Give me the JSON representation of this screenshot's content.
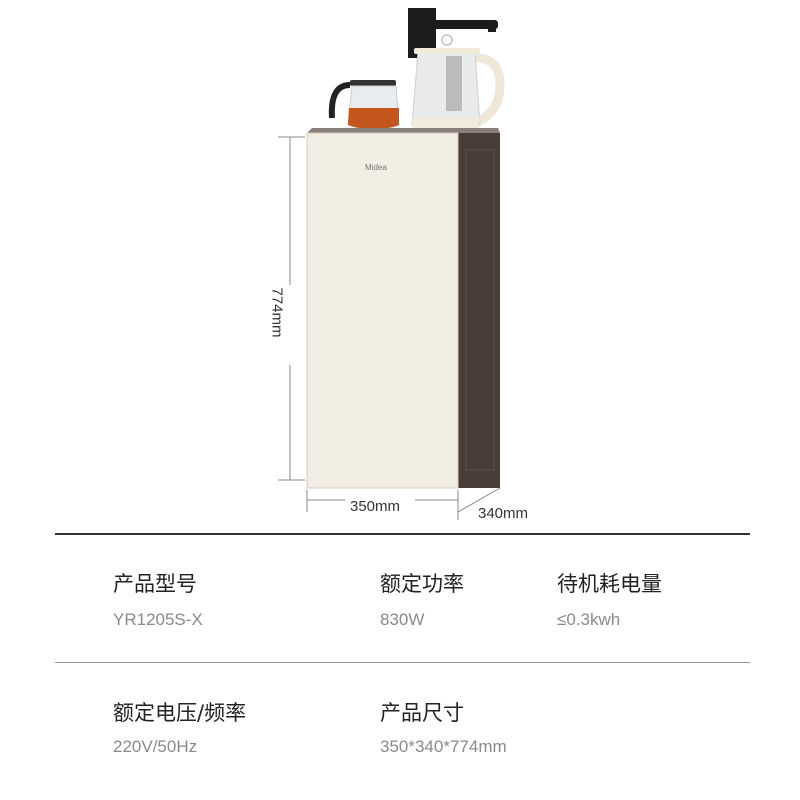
{
  "product_image": {
    "brand_logo": "Midea",
    "dimensions": {
      "height": "774mm",
      "width": "350mm",
      "depth": "340mm"
    }
  },
  "specs": [
    {
      "label": "产品型号",
      "value": "YR1205S-X"
    },
    {
      "label": "额定功率",
      "value": "830W"
    },
    {
      "label": "待机耗电量",
      "value": "≤0.3kwh"
    },
    {
      "label": "额定电压/频率",
      "value": "220V/50Hz"
    },
    {
      "label": "产品尺寸",
      "value": "350*340*774mm"
    }
  ],
  "colors": {
    "panel": "#f3eee3",
    "side": "#4a3d38",
    "label": "#222222",
    "value": "#8a8a8a"
  }
}
